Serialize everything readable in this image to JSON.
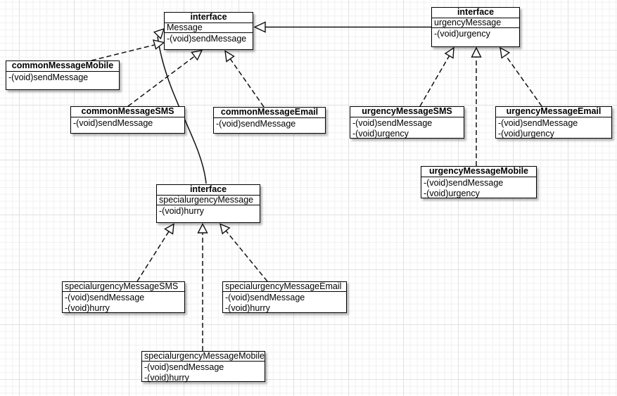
{
  "diagram_type": "uml-class-diagram",
  "colors": {
    "background": "#ffffff",
    "grid_minor": "#f2efef",
    "grid_major": "#e3e0e0",
    "box_fill": "#ffffff",
    "line": "#111111"
  },
  "boxes": {
    "message": {
      "stereotype": "interface",
      "name": "Message",
      "methods": [
        "-(void)sendMessage"
      ]
    },
    "urgency_message": {
      "stereotype": "interface",
      "name": "urgencyMessage",
      "methods": [
        "-(void)urgency"
      ]
    },
    "common_message_mobile": {
      "name": "commonMessageMobile",
      "methods": [
        "-(void)sendMessage"
      ]
    },
    "common_message_sms": {
      "name": "commonMessageSMS",
      "methods": [
        "-(void)sendMessage"
      ]
    },
    "common_message_email": {
      "name": "commonMessageEmail",
      "methods": [
        "-(void)sendMessage"
      ]
    },
    "urgency_message_sms": {
      "name": "urgencyMessageSMS",
      "methods": [
        "-(void)sendMessage",
        "-(void)urgency"
      ]
    },
    "urgency_message_email": {
      "name": "urgencyMessageEmail",
      "methods": [
        "-(void)sendMessage",
        "-(void)urgency"
      ]
    },
    "urgency_message_mobile": {
      "name": "urgencyMessageMobile",
      "methods": [
        "-(void)sendMessage",
        "-(void)urgency"
      ]
    },
    "special_urgency_message": {
      "stereotype": "interface",
      "name": "specialurgencyMessage",
      "methods": [
        "-(void)hurry"
      ]
    },
    "special_urgency_message_sms": {
      "name": "specialurgencyMessageSMS",
      "methods": [
        "-(void)sendMessage",
        "-(void)hurry"
      ]
    },
    "special_urgency_message_email": {
      "name": "specialurgencyMessageEmail",
      "methods": [
        "-(void)sendMessage",
        "-(void)hurry"
      ]
    },
    "special_urgency_message_mobile": {
      "name": "specialurgencyMessageMobile",
      "methods": [
        "-(void)sendMessage",
        "-(void)hurry"
      ]
    }
  },
  "connections": [
    {
      "from": "urgencyMessage",
      "to": "Message",
      "type": "generalization",
      "line": "solid",
      "arrowhead": "hollow-triangle"
    },
    {
      "from": "specialurgencyMessage",
      "to": "Message",
      "type": "generalization",
      "line": "solid-curve",
      "arrowhead": "hollow-triangle"
    },
    {
      "from": "commonMessageMobile",
      "to": "Message",
      "type": "realization",
      "line": "dashed",
      "arrowhead": "hollow-triangle"
    },
    {
      "from": "commonMessageSMS",
      "to": "Message",
      "type": "realization",
      "line": "dashed",
      "arrowhead": "hollow-triangle"
    },
    {
      "from": "commonMessageEmail",
      "to": "Message",
      "type": "realization",
      "line": "dashed",
      "arrowhead": "hollow-triangle"
    },
    {
      "from": "urgencyMessageSMS",
      "to": "urgencyMessage",
      "type": "realization",
      "line": "dashed",
      "arrowhead": "hollow-triangle"
    },
    {
      "from": "urgencyMessageMobile",
      "to": "urgencyMessage",
      "type": "realization",
      "line": "dashed",
      "arrowhead": "hollow-triangle"
    },
    {
      "from": "urgencyMessageEmail",
      "to": "urgencyMessage",
      "type": "realization",
      "line": "dashed",
      "arrowhead": "hollow-triangle"
    },
    {
      "from": "specialurgencyMessageSMS",
      "to": "specialurgencyMessage",
      "type": "realization",
      "line": "dashed",
      "arrowhead": "hollow-triangle"
    },
    {
      "from": "specialurgencyMessageMobile",
      "to": "specialurgencyMessage",
      "type": "realization",
      "line": "dashed",
      "arrowhead": "hollow-triangle"
    },
    {
      "from": "specialurgencyMessageEmail",
      "to": "specialurgencyMessage",
      "type": "realization",
      "line": "dashed",
      "arrowhead": "hollow-triangle"
    }
  ]
}
